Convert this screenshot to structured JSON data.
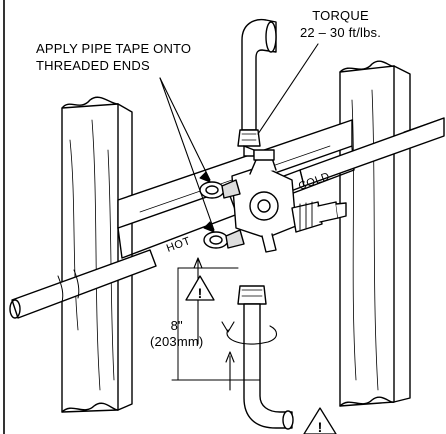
{
  "callouts": {
    "pipe_tape": [
      "APPLY PIPE TAPE ONTO",
      "THREADED ENDS"
    ],
    "torque": {
      "title": "TORQUE",
      "value": "22 – 30 ft/lbs."
    },
    "dimension": {
      "imperial": "8\"",
      "metric": "(203mm)"
    }
  },
  "pipe_labels": {
    "hot": "HOT",
    "cold": "COLD"
  },
  "warning_symbols": [
    "!",
    "!"
  ]
}
